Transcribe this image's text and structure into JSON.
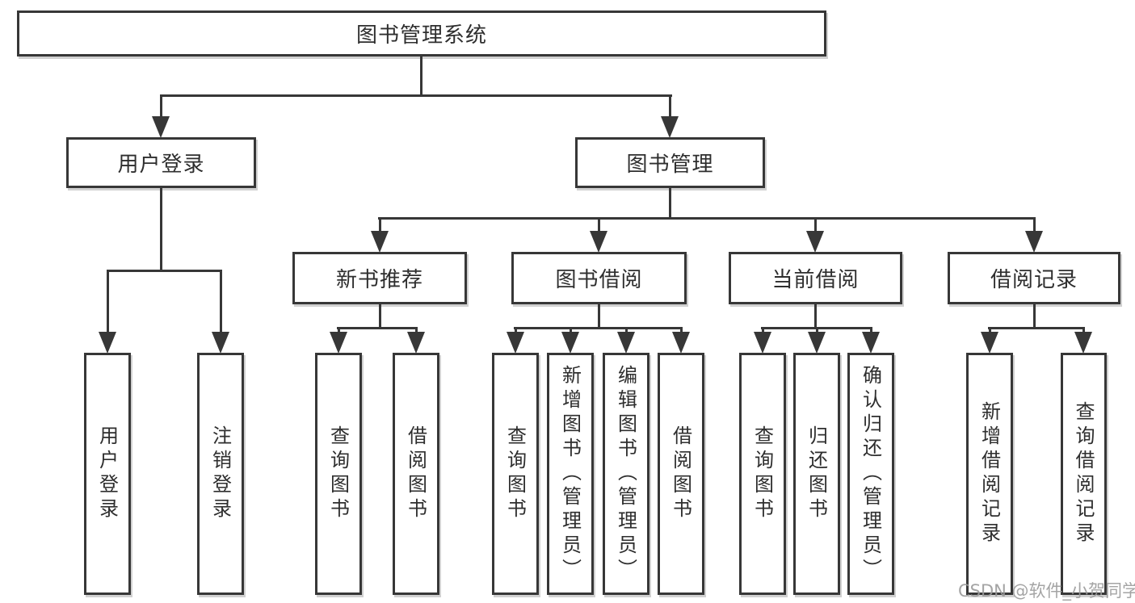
{
  "diagram": {
    "type": "tree",
    "line_color": "#373737",
    "box_background": "#ffffff",
    "text_color": "#2e2e2e",
    "root": {
      "label": "图书管理系统"
    },
    "branches": [
      {
        "label": "用户登录",
        "children": [
          {
            "label": "用户登录"
          },
          {
            "label": "注销登录"
          }
        ]
      },
      {
        "label": "图书管理",
        "children": [
          {
            "label": "新书推荐",
            "children": [
              {
                "label": "查询图书"
              },
              {
                "label": "借阅图书"
              }
            ]
          },
          {
            "label": "图书借阅",
            "children": [
              {
                "label": "查询图书"
              },
              {
                "label": "新增图书（管理员）"
              },
              {
                "label": "编辑图书（管理员）"
              },
              {
                "label": "借阅图书"
              }
            ]
          },
          {
            "label": "当前借阅",
            "children": [
              {
                "label": "查询图书"
              },
              {
                "label": "归还图书"
              },
              {
                "label": "确认归还（管理员）"
              }
            ]
          },
          {
            "label": "借阅记录",
            "children": [
              {
                "label": "新增借阅记录"
              },
              {
                "label": "查询借阅记录"
              }
            ]
          }
        ]
      }
    ]
  },
  "watermark": {
    "text": "CSDN @软件_小贺同学",
    "color": "#9b9b9b"
  }
}
